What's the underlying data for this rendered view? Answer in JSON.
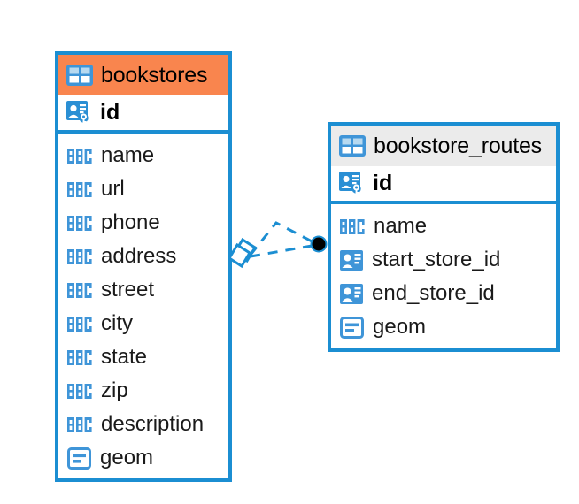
{
  "diagram": {
    "type": "entity-relationship-diagram",
    "background": "#ffffff",
    "colors": {
      "border_blue": "#1b8ed2",
      "header_orange": "#f9854e",
      "header_gray": "#ebebeb",
      "icon_blue": "#3f95d8",
      "text_black": "#000000",
      "connector_blue": "#1b8ed2",
      "connector_endpoint": "#000000"
    },
    "entities": [
      {
        "name": "bookstores",
        "header_style": "orange",
        "header_icon": "table-icon",
        "primary_key": {
          "label": "id",
          "icon": "primary-key-icon"
        },
        "fields": [
          {
            "label": "name",
            "icon": "abc-text-icon",
            "type": "text"
          },
          {
            "label": "url",
            "icon": "abc-text-icon",
            "type": "text"
          },
          {
            "label": "phone",
            "icon": "abc-text-icon",
            "type": "text"
          },
          {
            "label": "address",
            "icon": "abc-text-icon",
            "type": "text"
          },
          {
            "label": "street",
            "icon": "abc-text-icon",
            "type": "text"
          },
          {
            "label": "city",
            "icon": "abc-text-icon",
            "type": "text"
          },
          {
            "label": "state",
            "icon": "abc-text-icon",
            "type": "text"
          },
          {
            "label": "zip",
            "icon": "abc-text-icon",
            "type": "text"
          },
          {
            "label": "description",
            "icon": "abc-text-icon",
            "type": "text"
          },
          {
            "label": "geom",
            "icon": "geometry-icon",
            "type": "geometry"
          }
        ]
      },
      {
        "name": "bookstore_routes",
        "header_style": "gray",
        "header_icon": "table-icon",
        "primary_key": {
          "label": "id",
          "icon": "primary-key-icon"
        },
        "fields": [
          {
            "label": "name",
            "icon": "abc-text-icon",
            "type": "text"
          },
          {
            "label": "start_store_id",
            "icon": "foreign-key-icon",
            "type": "reference"
          },
          {
            "label": "end_store_id",
            "icon": "foreign-key-icon",
            "type": "reference"
          },
          {
            "label": "geom",
            "icon": "geometry-icon",
            "type": "geometry"
          }
        ]
      }
    ],
    "relationship": {
      "name": "bookstores-to-bookstore_routes",
      "line_style": "dashed",
      "source_marker": "many-diamond-marker",
      "target_marker": "filled-circle-marker",
      "branches": 2
    }
  }
}
